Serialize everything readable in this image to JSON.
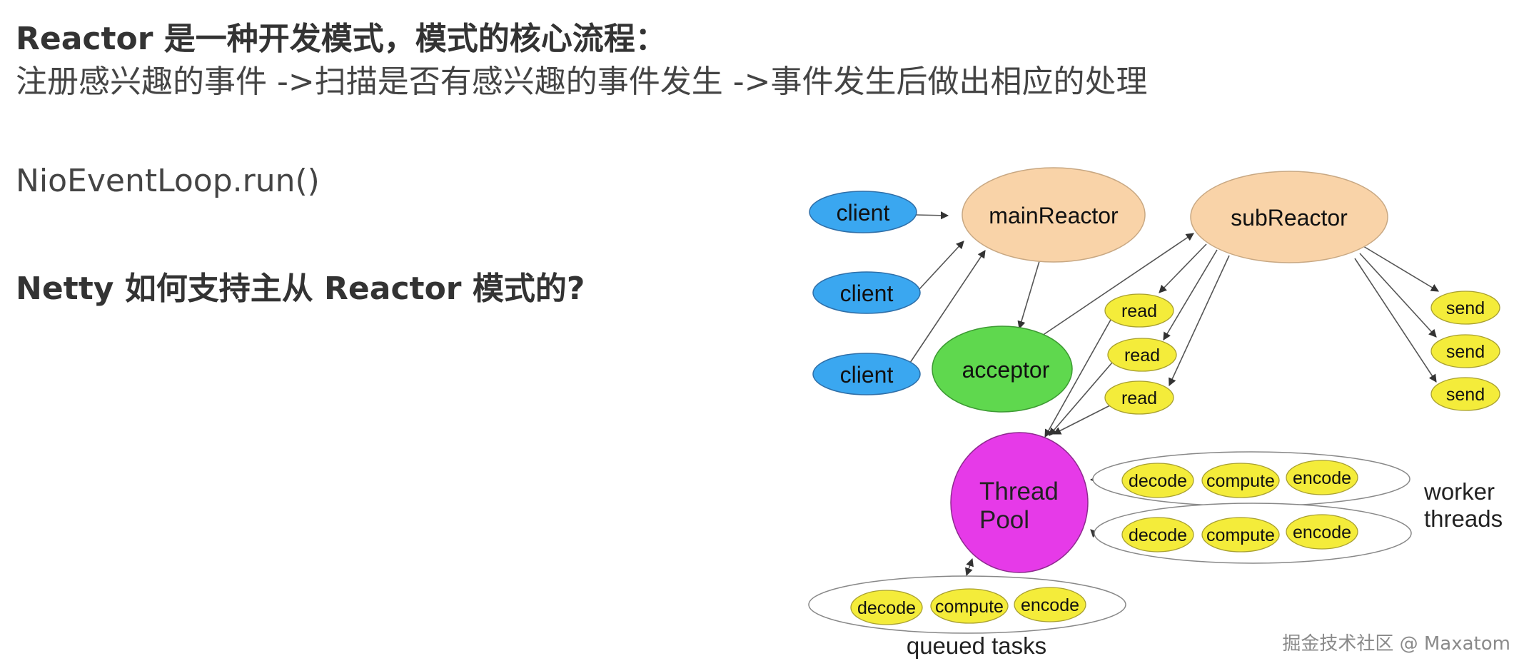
{
  "slide": {
    "heading": "Reactor 是一种开发模式，模式的核心流程：",
    "subheading": "注册感兴趣的事件 ->扫描是否有感兴趣的事件发生  ->事件发生后做出相应的处理",
    "code_line": "NioEventLoop.run()",
    "question": "Netty 如何支持主从 Reactor 模式的?"
  },
  "diagram": {
    "clients": [
      "client",
      "client",
      "client"
    ],
    "main_reactor": "mainReactor",
    "sub_reactor": "subReactor",
    "acceptor": "acceptor",
    "reads": [
      "read",
      "read",
      "read"
    ],
    "sends": [
      "send",
      "send",
      "send"
    ],
    "thread_pool": [
      "Thread",
      "Pool"
    ],
    "worker_rows": [
      [
        "decode",
        "compute",
        "encode"
      ],
      [
        "decode",
        "compute",
        "encode"
      ]
    ],
    "worker_label": [
      "worker",
      "threads"
    ],
    "queued_tasks": [
      "decode",
      "compute",
      "encode"
    ],
    "queued_label": "queued tasks",
    "colors": {
      "client": "#3aa7f0",
      "reactor": "#f9d3a8",
      "acceptor": "#5fd84e",
      "task": "#f4ec3a",
      "thread_pool": "#e63ae8"
    }
  },
  "watermark": "掘金技术社区 @ Maxatom"
}
